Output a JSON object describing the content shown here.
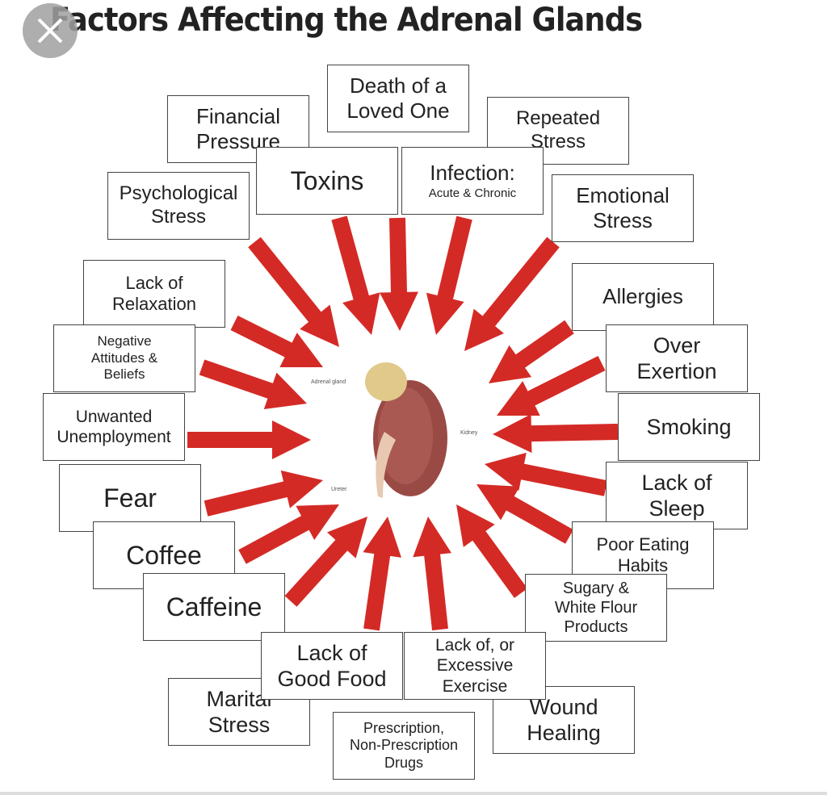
{
  "title": "Factors Affecting the Adrenal Glands",
  "close_button": {
    "icon": "close-icon"
  },
  "arrow_color": "#d42a26",
  "factors": [
    "Death of a\nLoved One",
    "Financial\nPressure",
    "Repeated\nStress",
    "Toxins",
    "Infection:",
    "Psychological\nStress",
    "Emotional\nStress",
    "Lack of\nRelaxation",
    "Allergies",
    "Negative\nAttitudes &\nBeliefs",
    "Over\nExertion",
    "Unwanted\nUnemployment",
    "Smoking",
    "Fear",
    "Lack of\nSleep",
    "Coffee",
    "Poor Eating\nHabits",
    "Caffeine",
    "Sugary &\nWhite Flour\nProducts",
    "Lack of\nGood Food",
    "Lack of, or\nExcessive\nExercise",
    "Marital\nStress",
    "Wound\nHealing",
    "Prescription,\nNon-Prescription\nDrugs"
  ],
  "infection_sub": "Acute & Chronic",
  "kidney_labels": {
    "adrenal": "Adrenal gland",
    "kidney": "Kidney",
    "ureter": "Ureter"
  }
}
